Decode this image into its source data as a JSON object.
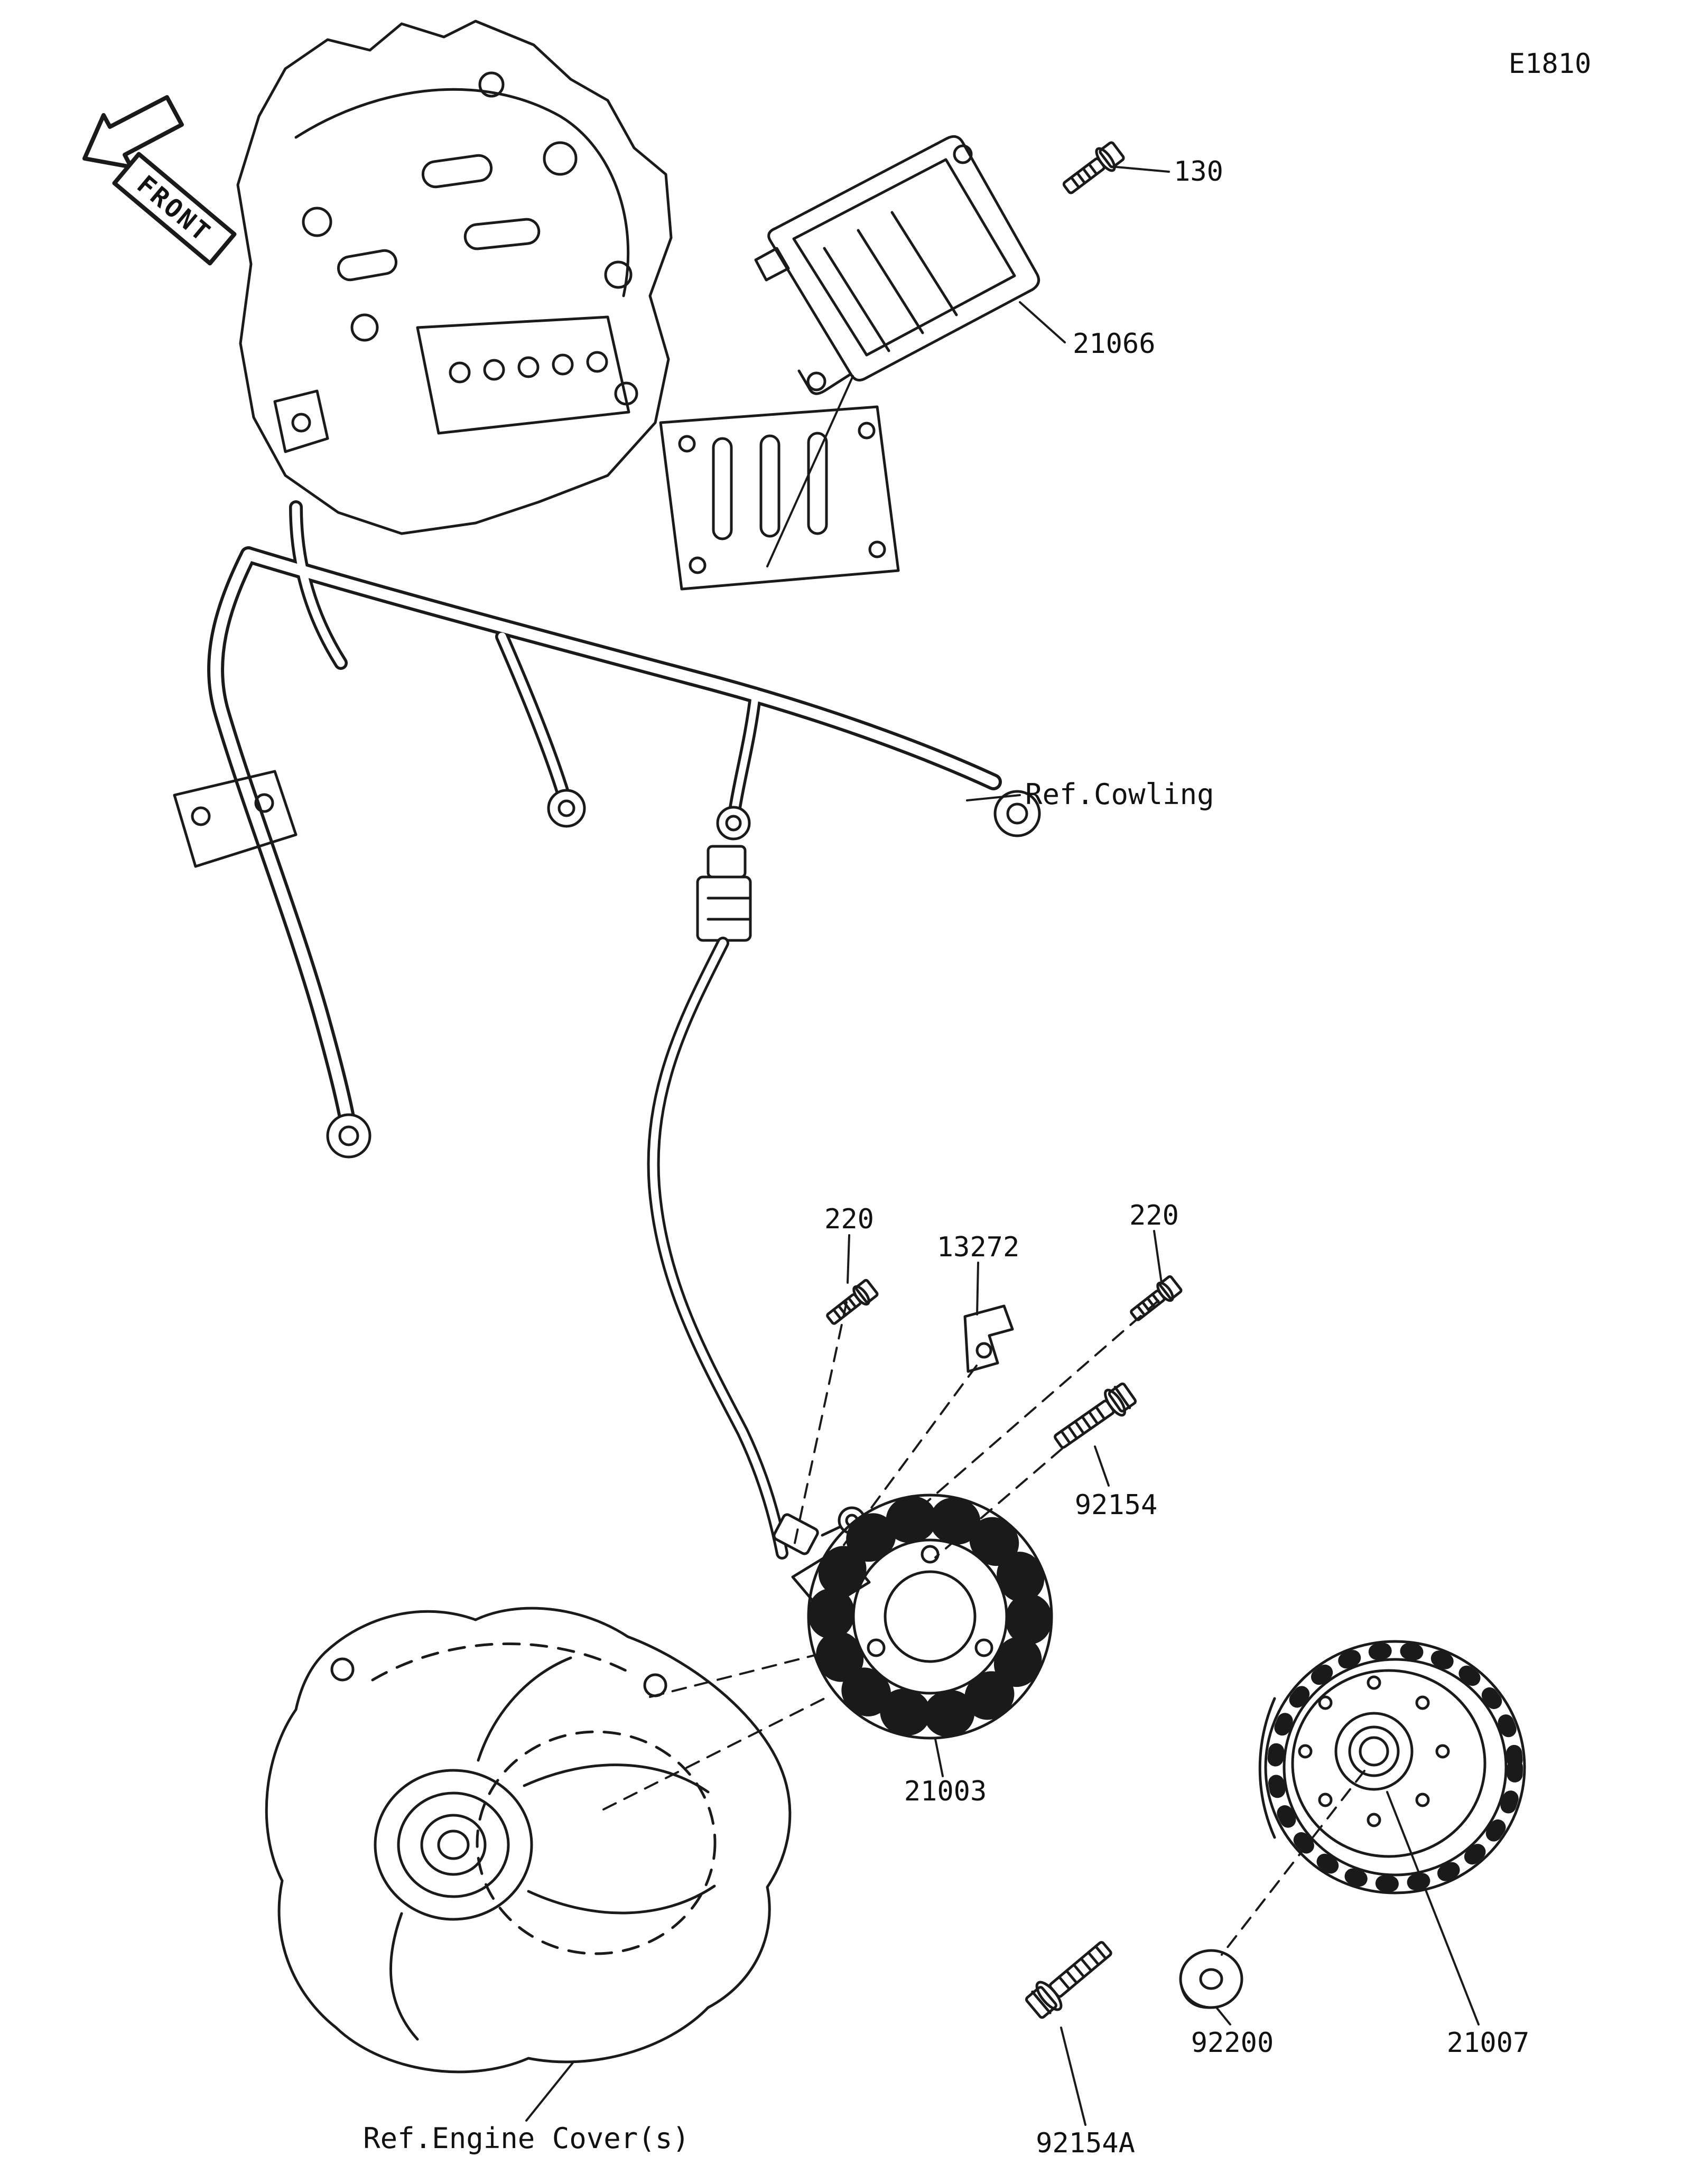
{
  "diagram_code": "E1810",
  "orientation_label": "FRONT",
  "parts": {
    "bolt_130": {
      "number": "130"
    },
    "regulator_21066": {
      "number": "21066"
    },
    "screw_220_left": {
      "number": "220"
    },
    "screw_220_right": {
      "number": "220"
    },
    "bracket_13272": {
      "number": "13272"
    },
    "bolt_92154": {
      "number": "92154"
    },
    "stator_21003": {
      "number": "21003"
    },
    "washer_92200": {
      "number": "92200"
    },
    "rotor_21007": {
      "number": "21007"
    },
    "bolt_92154a": {
      "number": "92154A"
    }
  },
  "references": {
    "cowling": "Ref.Cowling",
    "engine_cover": "Ref.Engine Cover(s)"
  },
  "colors": {
    "line": "#1a1a1a",
    "background": "#ffffff"
  }
}
